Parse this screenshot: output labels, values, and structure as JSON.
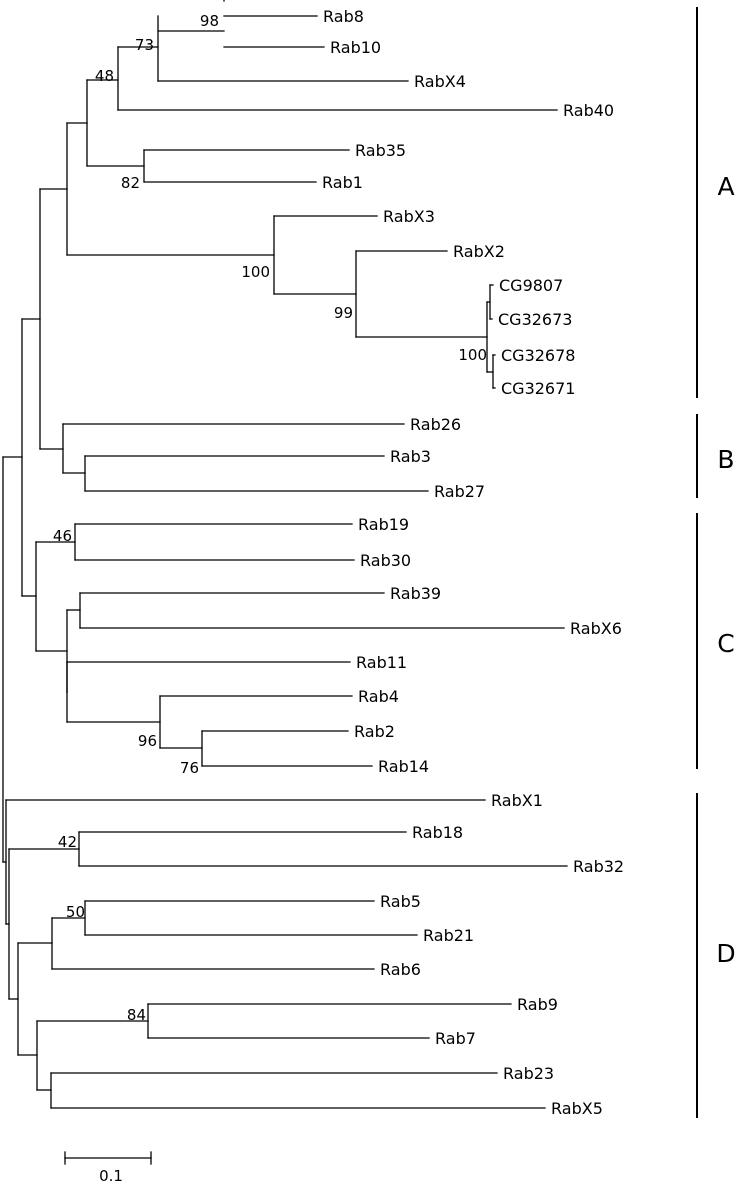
{
  "colors": {
    "line": "#000000",
    "text": "#000000",
    "background": "#ffffff"
  },
  "tree": {
    "kind": "phylogram",
    "taxa": [
      "Rab8",
      "Rab10",
      "RabX4",
      "Rab40",
      "Rab35",
      "Rab1",
      "RabX3",
      "RabX2",
      "CG9807",
      "CG32673",
      "CG32678",
      "CG32671",
      "Rab26",
      "Rab3",
      "Rab27",
      "Rab19",
      "Rab30",
      "Rab39",
      "RabX6",
      "Rab11",
      "Rab4",
      "Rab2",
      "Rab14",
      "RabX1",
      "Rab18",
      "Rab32",
      "Rab5",
      "Rab21",
      "Rab6",
      "Rab9",
      "Rab7",
      "Rab23",
      "RabX5"
    ],
    "bootstrap_values": [
      "98",
      "73",
      "48",
      "82",
      "100",
      "99",
      "100",
      "46",
      "96",
      "76",
      "42",
      "50",
      "84"
    ],
    "groups": [
      {
        "label": "A",
        "members": [
          "Rab8",
          "Rab10",
          "RabX4",
          "Rab40",
          "Rab35",
          "Rab1",
          "RabX3",
          "RabX2",
          "CG9807",
          "CG32673",
          "CG32678",
          "CG32671"
        ]
      },
      {
        "label": "B",
        "members": [
          "Rab26",
          "Rab3",
          "Rab27"
        ]
      },
      {
        "label": "C",
        "members": [
          "Rab19",
          "Rab30",
          "Rab39",
          "RabX6",
          "Rab11",
          "Rab4",
          "Rab2",
          "Rab14"
        ]
      },
      {
        "label": "D",
        "members": [
          "RabX1",
          "Rab18",
          "Rab32",
          "Rab5",
          "Rab21",
          "Rab6",
          "Rab9",
          "Rab7",
          "Rab23",
          "RabX5"
        ]
      }
    ],
    "scale_bar": {
      "label": "0.1",
      "length": 0.1
    }
  }
}
